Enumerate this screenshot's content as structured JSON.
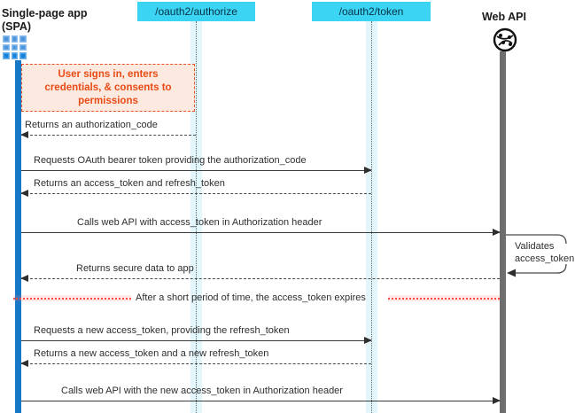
{
  "diagram": {
    "type": "oauth2-sequence-diagram",
    "participants": [
      {
        "id": "spa",
        "label": "Single-page app (SPA)",
        "icon": "app-grid-icon"
      },
      {
        "id": "oauth2-authorize",
        "label": "/oauth2/authorize"
      },
      {
        "id": "oauth2-token",
        "label": "/oauth2/token"
      },
      {
        "id": "web-api",
        "label": "Web API",
        "icon": "globe-network-icon"
      }
    ],
    "note": {
      "attached_to": "spa",
      "text": "User signs in, enters credentials, & consents to permissions"
    },
    "messages": [
      {
        "label": "Returns an authorization_code",
        "from": "oauth2-authorize",
        "to": "spa",
        "line": "dashed"
      },
      {
        "label": "Requests OAuth bearer token providing the authorization_code",
        "from": "spa",
        "to": "oauth2-token",
        "line": "solid"
      },
      {
        "label": "Returns an access_token and refresh_token",
        "from": "oauth2-token",
        "to": "spa",
        "line": "dashed"
      },
      {
        "label": "Calls web API with access_token in Authorization header",
        "from": "spa",
        "to": "web-api",
        "line": "solid"
      },
      {
        "label": "Returns secure data to app",
        "from": "web-api",
        "to": "spa",
        "line": "dashed"
      },
      {
        "label": "Requests a new access_token, providing the refresh_token",
        "from": "spa",
        "to": "oauth2-token",
        "line": "solid"
      },
      {
        "label": "Returns a new access_token and a new refresh_token",
        "from": "oauth2-token",
        "to": "spa",
        "line": "dashed"
      },
      {
        "label": "Calls web API with the new access_token in Authorization header",
        "from": "spa",
        "to": "web-api",
        "line": "solid"
      }
    ],
    "self_message": {
      "target": "web-api",
      "line1": "Validates",
      "line2": "access_token"
    },
    "divider": {
      "label": "After a short period of time, the access_token expires"
    },
    "colors": {
      "endpoint_box": "#3bd4f2",
      "lifeline_band": "#e3f6fb",
      "spa_activation": "#1878c8",
      "webapi_activation": "#6e6e6e",
      "note_border": "#e8502a",
      "note_fill": "#fce9df",
      "note_text": "#e84b16",
      "divider_red": "#fb4d46",
      "arrow": "#3a3a3a"
    }
  }
}
